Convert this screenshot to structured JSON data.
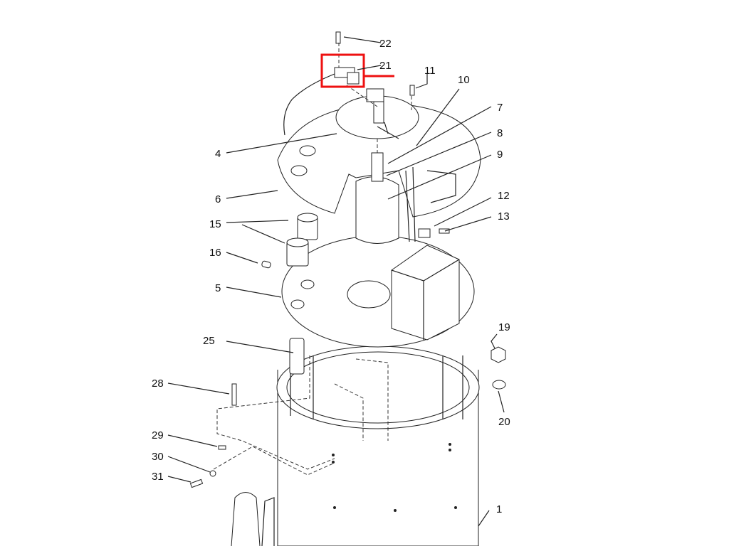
{
  "diagram": {
    "title": "Exploded parts view",
    "highlight_color": "#ee1111",
    "highlighted_part": "21",
    "part_labels": {
      "p1": "1",
      "p4": "4",
      "p5": "5",
      "p6": "6",
      "p7": "7",
      "p8": "8",
      "p9": "9",
      "p10": "10",
      "p11": "11",
      "p12": "12",
      "p13": "13",
      "p15": "15",
      "p16": "16",
      "p19": "19",
      "p20": "20",
      "p21": "21",
      "p22": "22",
      "p25": "25",
      "p28": "28",
      "p29": "29",
      "p30": "30",
      "p31": "31"
    }
  }
}
